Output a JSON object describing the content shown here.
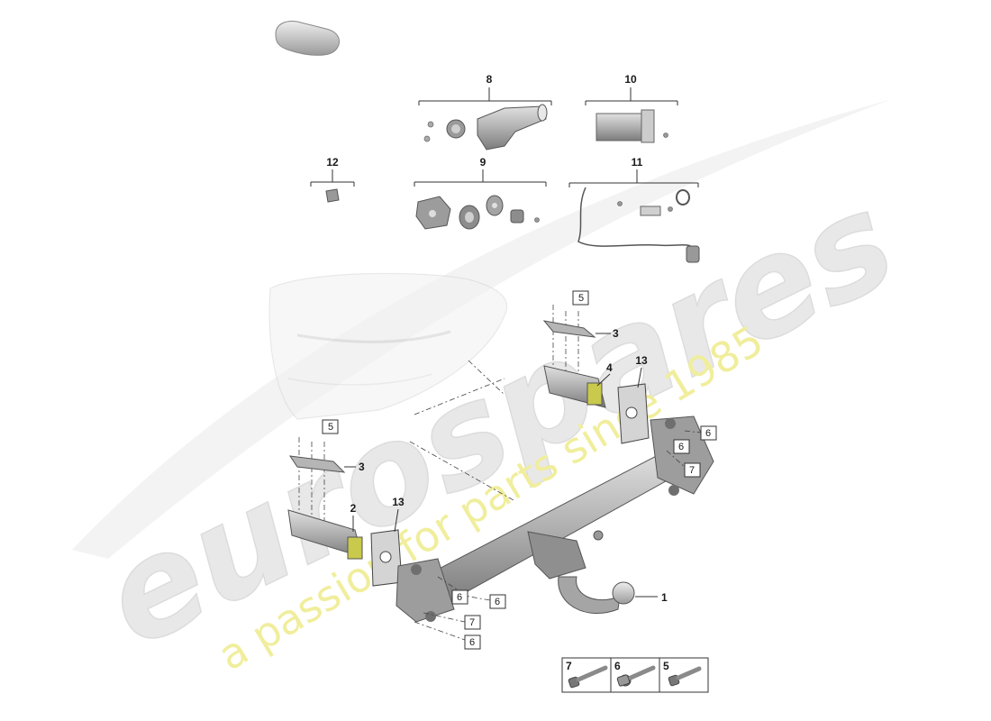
{
  "callouts": {
    "c1": "1",
    "c2": "2",
    "c3a": "3",
    "c3b": "3",
    "c4": "4",
    "c8": "8",
    "c9": "9",
    "c10": "10",
    "c11": "11",
    "c12": "12",
    "c13a": "13",
    "c13b": "13"
  },
  "boxed_refs": {
    "b5a": "5",
    "b5b": "5",
    "b6a": "6",
    "b6b": "6",
    "b6c": "6",
    "b6d": "6",
    "b6e": "6",
    "b7a": "7",
    "b7b": "7"
  },
  "legend": [
    {
      "number": "7",
      "icon": "bolt-long-icon"
    },
    {
      "number": "6",
      "icon": "bolt-collar-icon"
    },
    {
      "number": "5",
      "icon": "bolt-short-icon"
    }
  ],
  "watermark": {
    "brand": "eurospares",
    "tagline": "a passion for parts since 1985"
  },
  "colors": {
    "part": "#bdbdbd",
    "part_dark": "#7a7a7a",
    "part_light": "#dedede",
    "line": "#333333",
    "watermark_brand": "#e6e6e6",
    "watermark_tagline": "#f1ef9a"
  }
}
